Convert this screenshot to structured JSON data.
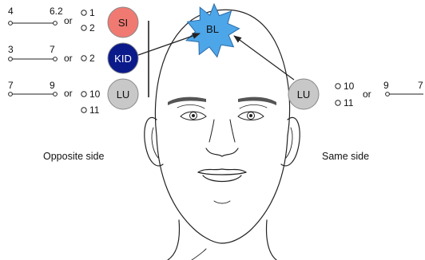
{
  "badges": {
    "si": {
      "label": "SI",
      "color": "#f07a72"
    },
    "kid": {
      "label": "KID",
      "color": "#0a1a8a"
    },
    "lu_left": {
      "label": "LU",
      "color": "#c8c8c8"
    },
    "lu_right": {
      "label": "LU",
      "color": "#c8c8c8"
    },
    "bl": {
      "label": "BL",
      "color": "#4da6e8"
    }
  },
  "left_rows": [
    {
      "a": "4",
      "b": "6.2",
      "or": "or",
      "opt1": "1",
      "opt2": "2"
    },
    {
      "a": "3",
      "b": "7",
      "or": "or",
      "opt1": "2"
    },
    {
      "a": "7",
      "b": "9",
      "or": "or",
      "opt1": "10",
      "opt2": "11"
    }
  ],
  "right_row": {
    "opt1": "10",
    "opt2": "11",
    "or": "or",
    "a": "9",
    "b": "7"
  },
  "labels": {
    "opposite": "Opposite side",
    "same": "Same side"
  }
}
